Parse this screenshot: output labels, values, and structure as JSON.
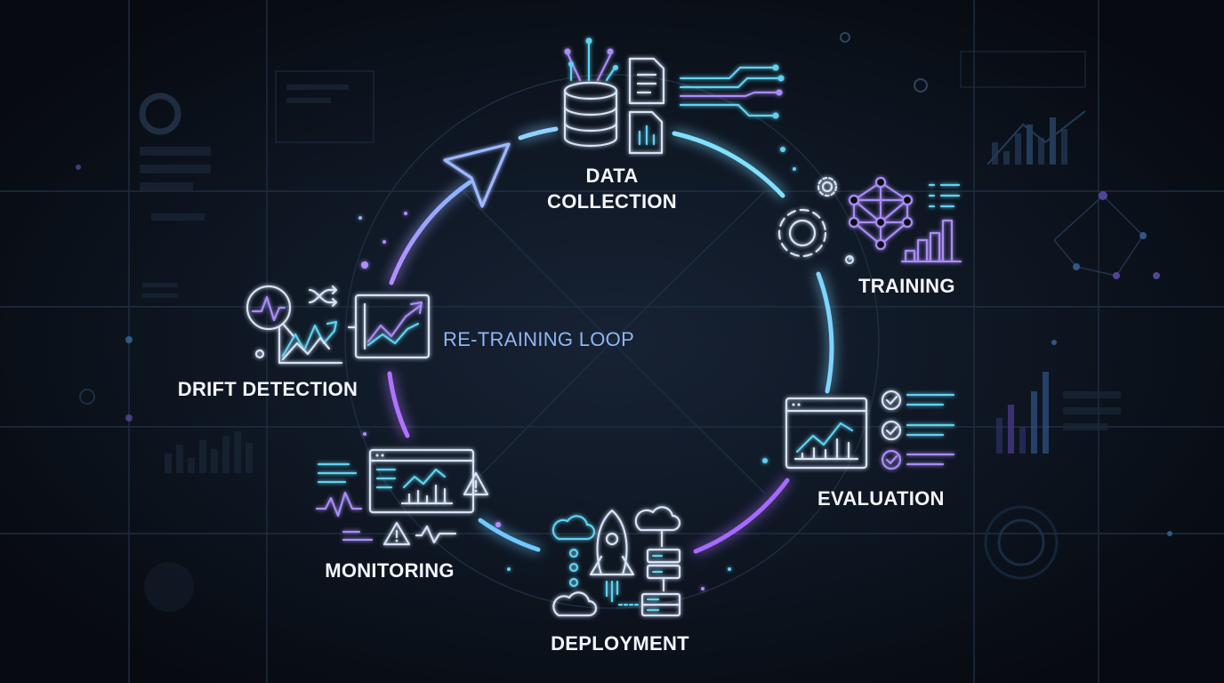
{
  "loop_label": "RE-TRAINING LOOP",
  "stages": {
    "data_collection": {
      "line1": "DATA",
      "line2": "COLLECTION"
    },
    "training": {
      "label": "TRAINING"
    },
    "evaluation": {
      "label": "EVALUATION"
    },
    "deployment": {
      "label": "DEPLOYMENT"
    },
    "monitoring": {
      "label": "MONITORING"
    },
    "drift_detection": {
      "label": "DRIFT DETECTION"
    }
  },
  "colors": {
    "background": "#0b1119",
    "cyan": "#5fd2f0",
    "violet": "#a98cf5",
    "label": "#f2f5fb",
    "loop_label": "#8fb6f4"
  }
}
